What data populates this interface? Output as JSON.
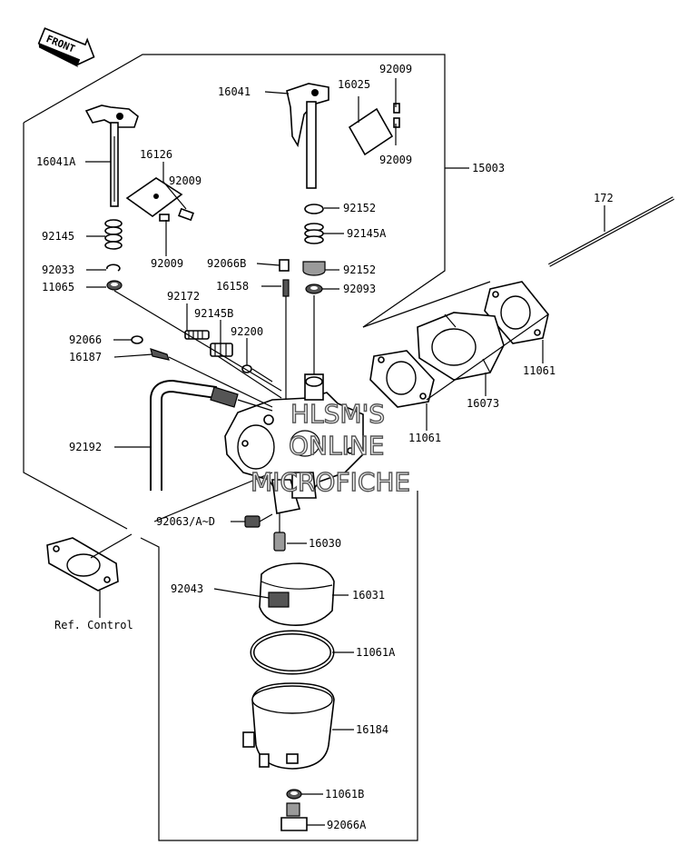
{
  "front_label": "FRONT",
  "watermark": [
    "HLSM'S",
    "ONLINE",
    "MICROFICHE"
  ],
  "ref_control": "Ref. Control",
  "callouts": {
    "p92009_top": "92009",
    "p16041": "16041",
    "p16025": "16025",
    "p92009_mid": "92009",
    "p15003": "15003",
    "p16041A": "16041A",
    "p16126": "16126",
    "p92009_l1": "92009",
    "p92009_l2": "92009",
    "p92152_a": "92152",
    "p92145A": "92145A",
    "p172": "172",
    "p92145": "92145",
    "p92066B": "92066B",
    "p92152_b": "92152",
    "p92033": "92033",
    "p16158": "16158",
    "p92093": "92093",
    "p11065": "11065",
    "p92172": "92172",
    "p92145B": "92145B",
    "p92200": "92200",
    "p92066": "92066",
    "p16187": "16187",
    "p11061_r": "11061",
    "p16073": "16073",
    "p11061_c": "11061",
    "p92192": "92192",
    "p92063": "92063/A~D",
    "p16030": "16030",
    "p92043": "92043",
    "p16031": "16031",
    "p11061A": "11061A",
    "p16184": "16184",
    "p11061B": "11061B",
    "p92066A": "92066A"
  }
}
